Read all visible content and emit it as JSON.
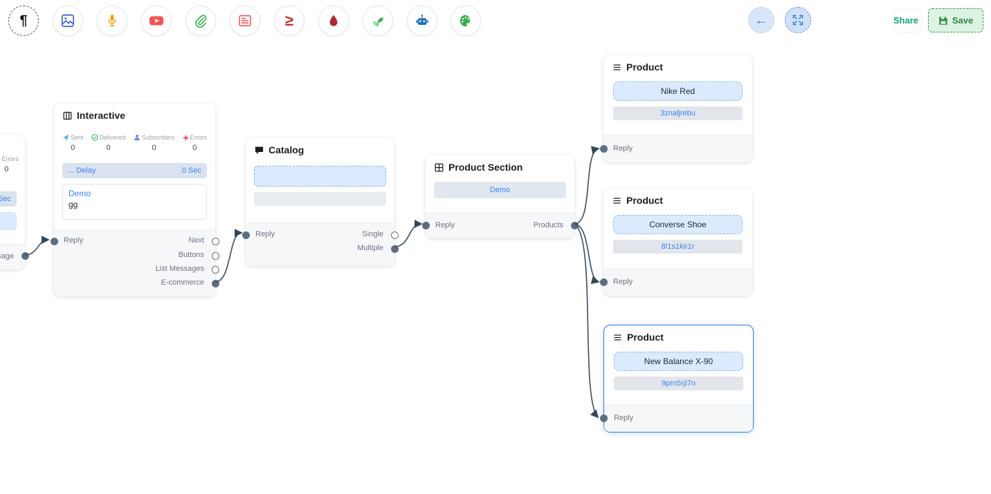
{
  "toolbar": {
    "tools": [
      {
        "label": "text"
      },
      {
        "label": "image"
      },
      {
        "label": "audio"
      },
      {
        "label": "video"
      },
      {
        "label": "attachment"
      },
      {
        "label": "template"
      },
      {
        "label": "sequence"
      },
      {
        "label": "drip"
      },
      {
        "label": "plant"
      },
      {
        "label": "bot"
      },
      {
        "label": "palette"
      }
    ]
  },
  "actions": {
    "share_label": "Share",
    "save_label": "Save"
  },
  "partial_node": {
    "errors_label": "Errors",
    "errors_value": "0",
    "delay_value": "Sec",
    "port_label": "Message"
  },
  "interactive": {
    "title": "Interactive",
    "stats": [
      {
        "label": "Sent",
        "value": "0"
      },
      {
        "label": "Delivered",
        "value": "0"
      },
      {
        "label": "Subscribers",
        "value": "0"
      },
      {
        "label": "Errors",
        "value": "0"
      }
    ],
    "delay_label": "... Delay",
    "delay_value": "0 Sec",
    "message_line1": "Demo",
    "message_line2": "gg",
    "reply_label": "Reply",
    "outputs": [
      {
        "label": "Next"
      },
      {
        "label": "Buttons"
      },
      {
        "label": "List Messages"
      },
      {
        "label": "E-commerce"
      }
    ]
  },
  "catalog": {
    "title": "Catalog",
    "reply_label": "Reply",
    "outputs": [
      {
        "label": "Single"
      },
      {
        "label": "Multiple"
      }
    ]
  },
  "product_section": {
    "title": "Product Section",
    "value": "Demo",
    "reply_label": "Reply",
    "products_label": "Products"
  },
  "products": [
    {
      "title": "Product",
      "name": "Nike Red",
      "id": "3znaljrebu",
      "reply_label": "Reply"
    },
    {
      "title": "Product",
      "name": "Converse Shoe",
      "id": "8l1s1kir1r",
      "reply_label": "Reply"
    },
    {
      "title": "Product",
      "name": "New Balance X-90",
      "id": "9prn5rji7n",
      "reply_label": "Reply"
    }
  ],
  "colors": {
    "accent": "#3b82f6",
    "save_green": "#2b8a3e",
    "port": "#5c6f80",
    "edge": "#3f566b"
  }
}
